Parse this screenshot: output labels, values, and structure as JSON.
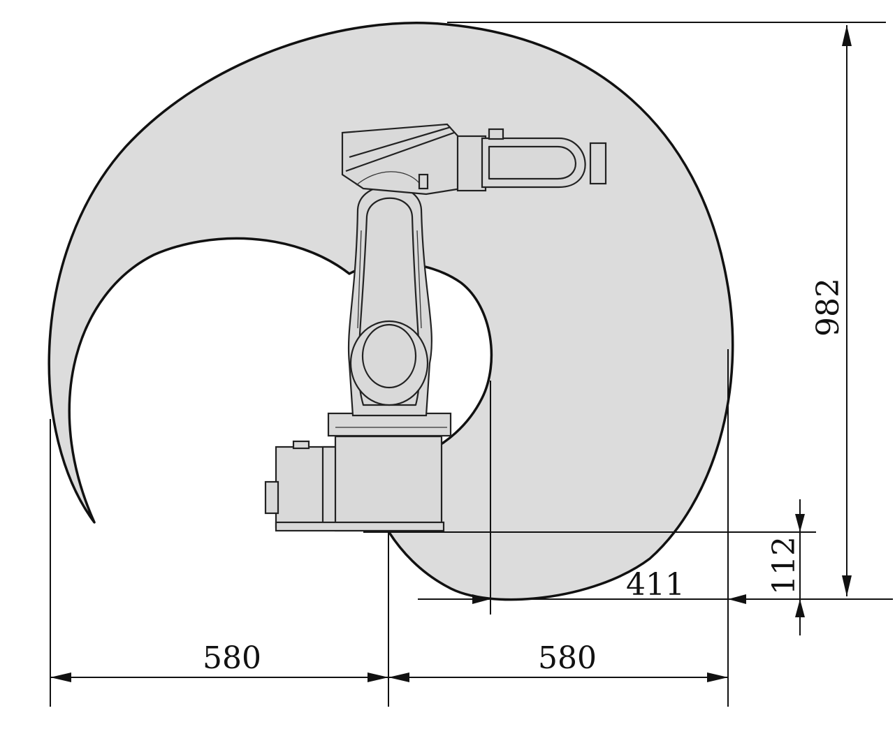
{
  "diagram": {
    "type": "robot-working-envelope",
    "colors": {
      "envelope_fill": "#dcdcdc",
      "outline": "#111111",
      "background": "#ffffff"
    },
    "dimensions": {
      "height_total": "982",
      "base_height": "112",
      "offset_411": "411",
      "reach_left": "580",
      "reach_right": "580"
    }
  }
}
